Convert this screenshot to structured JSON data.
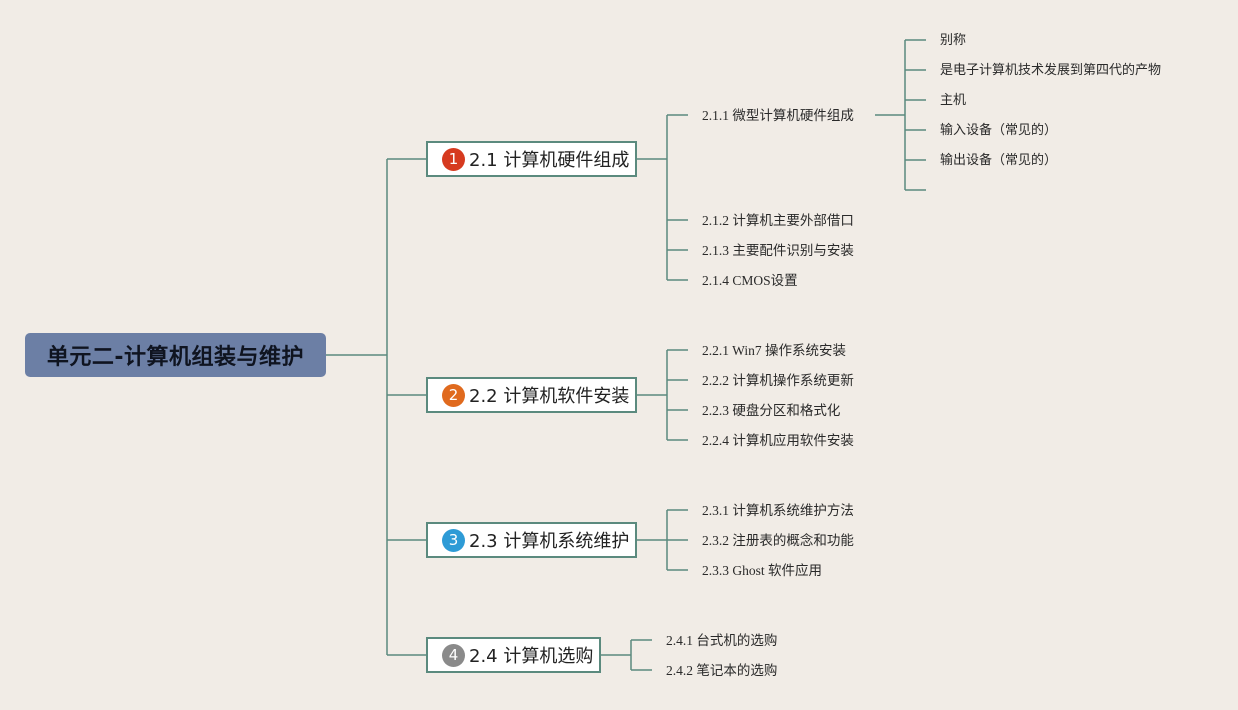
{
  "colors": {
    "background": "#f1ece6",
    "line": "#5b8a7e",
    "root": "#6c7fa5",
    "badge1": "#d63a1f",
    "badge2": "#e06a1e",
    "badge3": "#2e9bd6",
    "badge4": "#8a8a8a"
  },
  "root": {
    "label": "单元二-计算机组装与维护"
  },
  "branches": [
    {
      "badge": "1",
      "label": "2.1 计算机硬件组成",
      "children": [
        {
          "label": "2.1.1 微型计算机硬件组成",
          "children": [
            "别称",
            "是电子计算机技术发展到第四代的产物",
            "主机",
            "输入设备（常见的）",
            "输出设备（常见的）",
            ""
          ]
        },
        {
          "label": "2.1.2 计算机主要外部借口"
        },
        {
          "label": "2.1.3 主要配件识别与安装"
        },
        {
          "label": "2.1.4 CMOS设置"
        }
      ]
    },
    {
      "badge": "2",
      "label": "2.2 计算机软件安装",
      "children": [
        {
          "label": "2.2.1 Win7 操作系统安装"
        },
        {
          "label": "2.2.2 计算机操作系统更新"
        },
        {
          "label": "2.2.3 硬盘分区和格式化"
        },
        {
          "label": "2.2.4 计算机应用软件安装"
        }
      ]
    },
    {
      "badge": "3",
      "label": "2.3 计算机系统维护",
      "children": [
        {
          "label": "2.3.1 计算机系统维护方法"
        },
        {
          "label": "2.3.2 注册表的概念和功能"
        },
        {
          "label": "2.3.3 Ghost 软件应用"
        }
      ]
    },
    {
      "badge": "4",
      "label": "2.4 计算机选购",
      "children": [
        {
          "label": "2.4.1 台式机的选购"
        },
        {
          "label": "2.4.2 笔记本的选购"
        }
      ]
    }
  ]
}
